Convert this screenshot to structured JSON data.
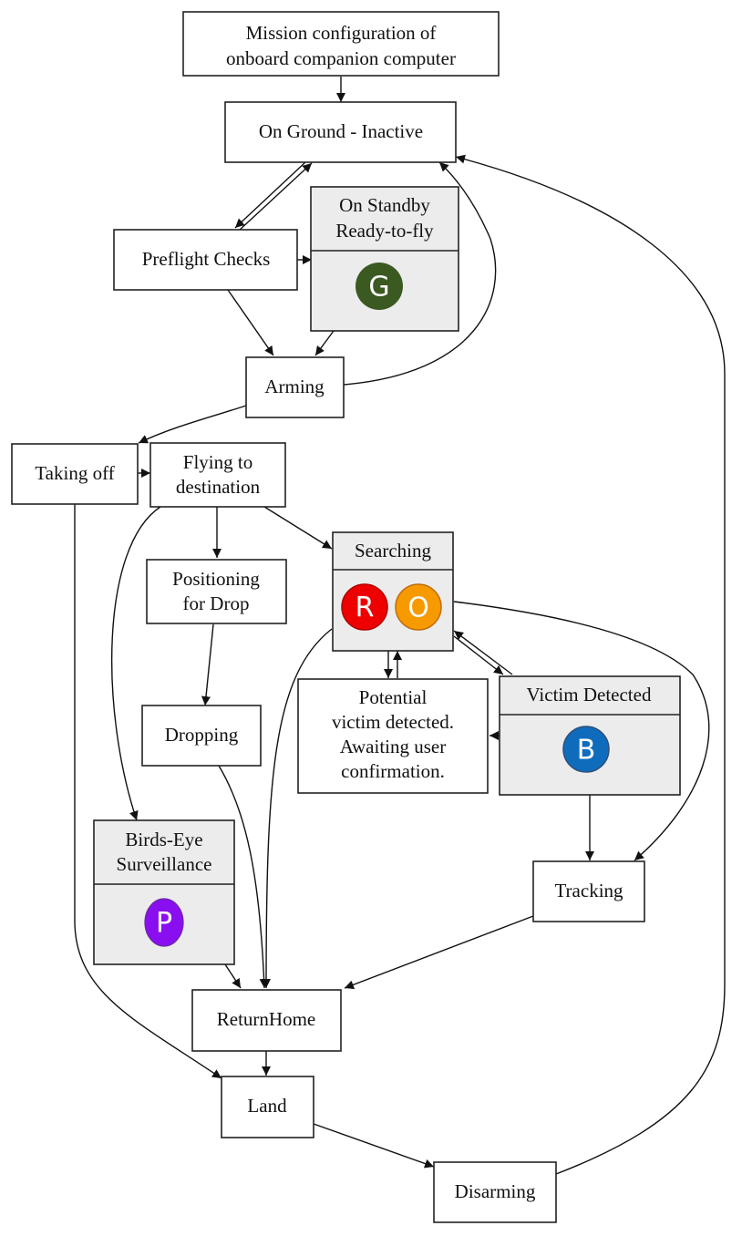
{
  "diagram": {
    "type": "state-machine",
    "nodes": [
      {
        "id": "mission_config",
        "lines": [
          "Mission configuration of",
          "onboard companion computer"
        ]
      },
      {
        "id": "on_ground",
        "lines": [
          "On Ground - Inactive"
        ]
      },
      {
        "id": "preflight",
        "lines": [
          "Preflight Checks"
        ]
      },
      {
        "id": "standby",
        "lines": [
          "On Standby",
          "Ready-to-fly"
        ],
        "badges": [
          {
            "letter": "G",
            "color": "#3b5a22"
          }
        ]
      },
      {
        "id": "arming",
        "lines": [
          "Arming"
        ]
      },
      {
        "id": "taking_off",
        "lines": [
          "Taking off"
        ]
      },
      {
        "id": "flying",
        "lines": [
          "Flying to",
          "destination"
        ]
      },
      {
        "id": "positioning",
        "lines": [
          "Positioning",
          "for Drop"
        ]
      },
      {
        "id": "searching",
        "lines": [
          "Searching"
        ],
        "badges": [
          {
            "letter": "R",
            "color": "#ee0000"
          },
          {
            "letter": "O",
            "color": "#f79a00"
          }
        ]
      },
      {
        "id": "potential",
        "lines": [
          "Potential",
          "victim detected.",
          "Awaiting user",
          "confirmation."
        ]
      },
      {
        "id": "victim",
        "lines": [
          "Victim Detected"
        ],
        "badges": [
          {
            "letter": "B",
            "color": "#0f6cbd"
          }
        ]
      },
      {
        "id": "dropping",
        "lines": [
          "Dropping"
        ]
      },
      {
        "id": "birdseye",
        "lines": [
          "Birds-Eye",
          "Surveillance"
        ],
        "badges": [
          {
            "letter": "P",
            "color": "#8a0ff0"
          }
        ]
      },
      {
        "id": "tracking",
        "lines": [
          "Tracking"
        ]
      },
      {
        "id": "return_home",
        "lines": [
          "ReturnHome"
        ]
      },
      {
        "id": "land",
        "lines": [
          "Land"
        ]
      },
      {
        "id": "disarming",
        "lines": [
          "Disarming"
        ]
      }
    ],
    "edges": [
      [
        "mission_config",
        "on_ground"
      ],
      [
        "on_ground",
        "preflight"
      ],
      [
        "preflight",
        "on_ground"
      ],
      [
        "preflight",
        "standby"
      ],
      [
        "preflight",
        "arming"
      ],
      [
        "standby",
        "arming"
      ],
      [
        "arming",
        "on_ground"
      ],
      [
        "arming",
        "taking_off"
      ],
      [
        "taking_off",
        "flying"
      ],
      [
        "taking_off",
        "land"
      ],
      [
        "flying",
        "positioning"
      ],
      [
        "flying",
        "searching"
      ],
      [
        "flying",
        "birdseye"
      ],
      [
        "positioning",
        "dropping"
      ],
      [
        "dropping",
        "return_home"
      ],
      [
        "searching",
        "potential"
      ],
      [
        "potential",
        "searching"
      ],
      [
        "searching",
        "victim"
      ],
      [
        "victim",
        "searching"
      ],
      [
        "victim",
        "potential"
      ],
      [
        "searching",
        "tracking"
      ],
      [
        "searching",
        "return_home"
      ],
      [
        "victim",
        "tracking"
      ],
      [
        "tracking",
        "return_home"
      ],
      [
        "birdseye",
        "return_home"
      ],
      [
        "return_home",
        "land"
      ],
      [
        "land",
        "disarming"
      ],
      [
        "disarming",
        "on_ground"
      ]
    ]
  }
}
